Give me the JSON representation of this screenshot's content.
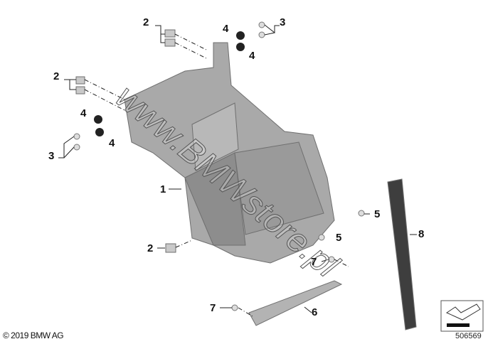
{
  "callouts": [
    {
      "id": "2a",
      "text": "2"
    },
    {
      "id": "3a",
      "text": "3"
    },
    {
      "id": "4a",
      "text": "4"
    },
    {
      "id": "4b",
      "text": "4"
    },
    {
      "id": "2b",
      "text": "2"
    },
    {
      "id": "4c",
      "text": "4"
    },
    {
      "id": "4d",
      "text": "4"
    },
    {
      "id": "3b",
      "text": "3"
    },
    {
      "id": "1",
      "text": "1"
    },
    {
      "id": "5a",
      "text": "5"
    },
    {
      "id": "5b",
      "text": "5"
    },
    {
      "id": "8",
      "text": "8"
    },
    {
      "id": "2c",
      "text": "2"
    },
    {
      "id": "7a",
      "text": "7"
    },
    {
      "id": "7b",
      "text": "7"
    },
    {
      "id": "6",
      "text": "6"
    }
  ],
  "watermark": "www.BMWstore.pl",
  "footer": {
    "copyright": "© 2019 BMW AG",
    "image_number": "506569"
  },
  "icons": [
    "arrow-view-icon"
  ]
}
